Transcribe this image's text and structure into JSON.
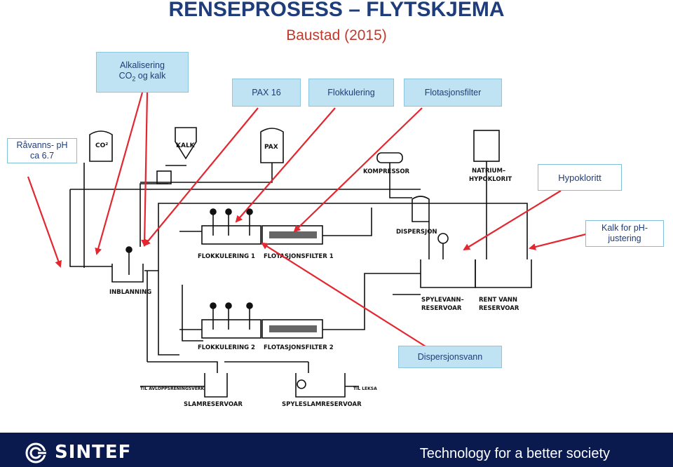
{
  "header": {
    "title": "RENSEPROSESS – FLYTSKJEMA",
    "subtitle": "Baustad (2015)"
  },
  "callouts": {
    "alkalisering_line1": "Alkalisering",
    "alkalisering_line2a": "CO",
    "alkalisering_line2sub": "2",
    "alkalisering_line2b": " og kalk",
    "pax": "PAX 16",
    "flokkulering": "Flokkulering",
    "flotasjonsfilter": "Flotasjonsfilter",
    "ravanns": "Råvanns- pH ca 6.7",
    "hypokloritt": "Hypokloritt",
    "kalk_ph": "Kalk for pH-justering",
    "dispersjonsvann": "Dispersjonsvann"
  },
  "schematic_labels": {
    "co2": "CO²",
    "kalk": "KALK",
    "pax": "PAX",
    "kompressor": "KOMPRESSOR",
    "natrium1": "NATRIUM–",
    "natrium2": "HYPOKLORIT",
    "dispersjon": "DISPERSJON",
    "inblanning": "INBLANNING",
    "flok1": "FLOKKULERING 1",
    "flot1": "FLOTASJONSFILTER 1",
    "flok2": "FLOKKULERING 2",
    "flot2": "FLOTASJONSFILTER 2",
    "spyle1": "SPYLEVANN–",
    "spyle2": "RESERVOAR",
    "rent1": "RENT VANN",
    "rent2": "RESERVOAR",
    "avlop": "TIL AVLOPPSRENINGSVERK",
    "leksa": "TIL LEKSA",
    "slam": "SLAMRESERVOAR",
    "spyleslam": "SPYLESLAMRESERVOAR"
  },
  "footer": {
    "logo": "SINTEF",
    "tagline": "Technology for a better society"
  },
  "colors": {
    "arrow": "#e3262f",
    "title": "#1f3d7a",
    "footer": "#0a1a4f",
    "callout_fill": "#bfe3f2"
  }
}
